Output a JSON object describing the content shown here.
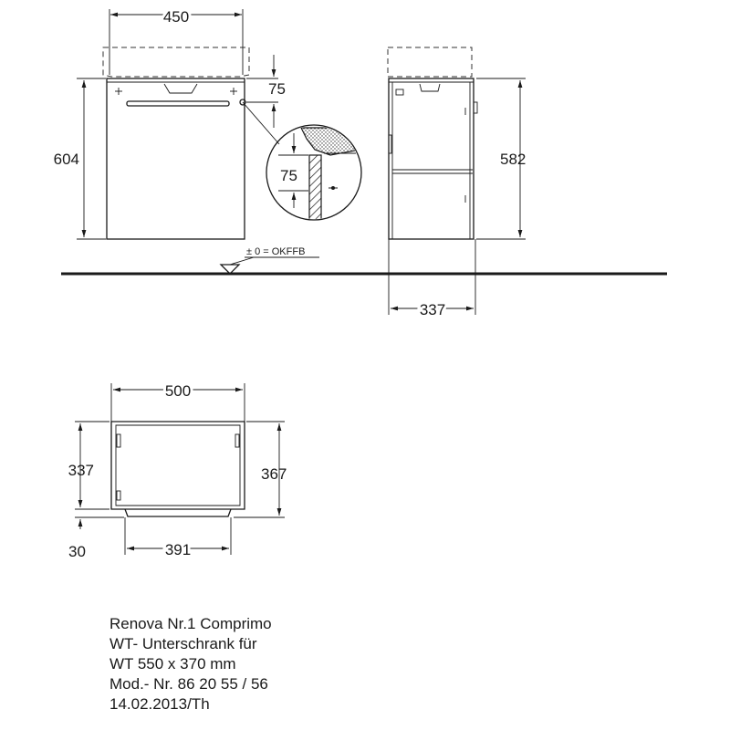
{
  "dimensions": {
    "front_width": "450",
    "front_height": "604",
    "drawer_offset": "75",
    "detail_offset": "75",
    "side_height": "582",
    "side_depth": "337",
    "plan_width": "500",
    "plan_depth": "337",
    "plan_depth_total": "367",
    "plan_inner_width": "391",
    "plan_base": "30"
  },
  "floor_label": "± 0 = OKFFB",
  "caption": [
    "Renova Nr.1 Comprimo",
    "WT- Unterschrank für",
    "WT 550 x 370 mm",
    "Mod.- Nr. 86 20 55 / 56",
    "14.02.2013/Th"
  ]
}
